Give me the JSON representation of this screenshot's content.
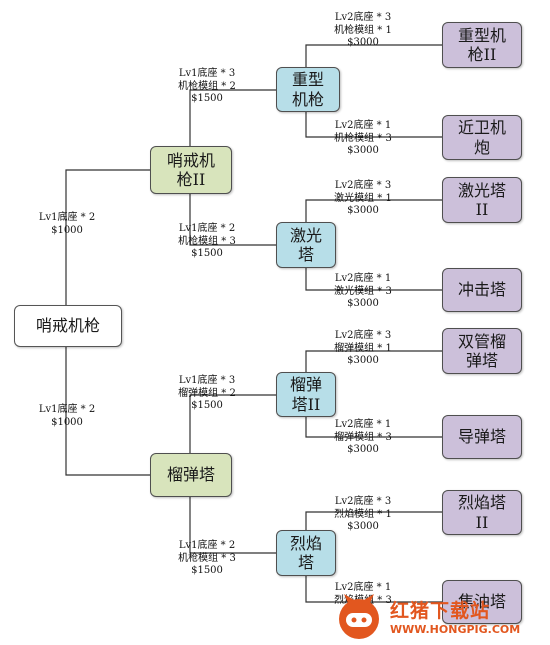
{
  "nodes": {
    "root": "哨戒机枪",
    "sentry2": "哨戒机\n枪II",
    "grenade": "榴弹塔",
    "heavy": "重型\n机枪",
    "laser": "激光\n塔",
    "grenade2": "榴弹\n塔II",
    "flame": "烈焰\n塔",
    "heavy2": "重型机\n枪II",
    "ciws": "近卫机\n炮",
    "laser2": "激光塔\nII",
    "impact": "冲击塔",
    "twin": "双管榴\n弹塔",
    "missile": "导弹塔",
    "flame2": "烈焰塔\nII",
    "oil": "焦油塔"
  },
  "costs": {
    "to_sentry2": [
      "Lv1底座 * 2",
      "$1000"
    ],
    "to_grenade": [
      "Lv1底座 * 2",
      "$1000"
    ],
    "to_heavy": [
      "Lv1底座 * 3",
      "机枪模组 * 2",
      "$1500"
    ],
    "to_laser": [
      "Lv1底座 * 2",
      "机枪模组 * 3",
      "$1500"
    ],
    "to_grenade2": [
      "Lv1底座 * 3",
      "榴弹模组 * 2",
      "$1500"
    ],
    "to_flame": [
      "Lv1底座 * 2",
      "机枪模组 * 3",
      "$1500"
    ],
    "to_heavy2": [
      "Lv2底座 * 3",
      "机枪模组 * 1",
      "$3000"
    ],
    "to_ciws": [
      "Lv2底座 * 1",
      "机枪模组 * 3",
      "$3000"
    ],
    "to_laser2": [
      "Lv2底座 * 3",
      "激光模组 * 1",
      "$3000"
    ],
    "to_impact": [
      "Lv2底座 * 1",
      "激光模组 * 3",
      "$3000"
    ],
    "to_twin": [
      "Lv2底座 * 3",
      "榴弹模组 * 1",
      "$3000"
    ],
    "to_missile": [
      "Lv2底座 * 1",
      "榴弹模组 * 3",
      "$3000"
    ],
    "to_flame2": [
      "Lv2底座 * 3",
      "烈焰模组 * 1",
      "$3000"
    ],
    "to_oil": [
      "Lv2底座 * 1",
      "烈焰模组 * 3"
    ]
  },
  "watermark": {
    "title": "红猪下载站",
    "url": "WWW.HONGPIG.COM"
  },
  "colors": {
    "tier1": "#d8e4bc",
    "tier2": "#b7dee8",
    "tier3": "#ccc0da",
    "watermark": "#e2571f"
  }
}
